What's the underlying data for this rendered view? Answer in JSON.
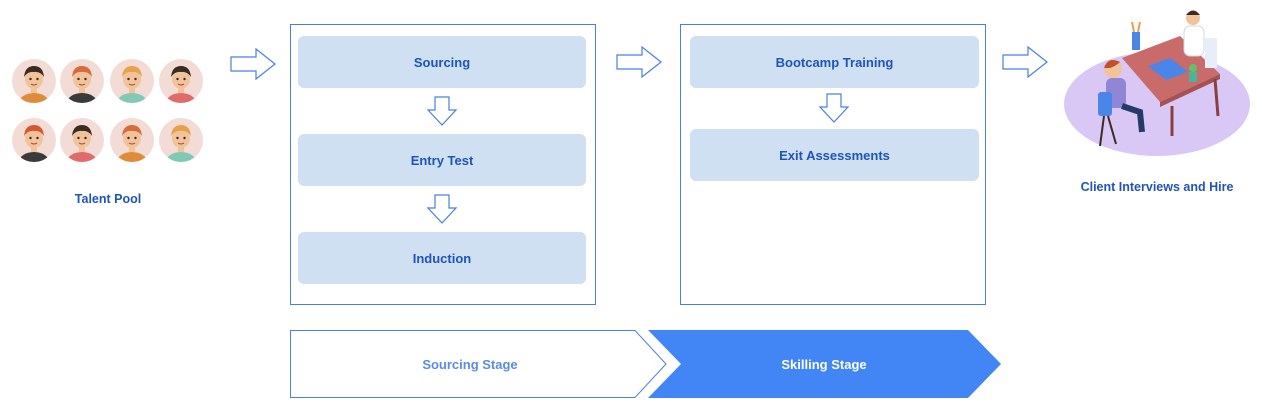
{
  "talent_pool": {
    "label": "Talent Pool",
    "avatars": [
      {
        "name": "avatar-1",
        "skin": "#f2c29a",
        "hair": "#3b2b25",
        "shirt": "#e08b3a",
        "bg": "#f3dcd6"
      },
      {
        "name": "avatar-2",
        "skin": "#f2c29a",
        "hair": "#d86a3c",
        "shirt": "#3a3a3a",
        "bg": "#f3dcd6"
      },
      {
        "name": "avatar-3",
        "skin": "#f2c29a",
        "hair": "#e6a24b",
        "shirt": "#7fc9b5",
        "bg": "#f3dcd6"
      },
      {
        "name": "avatar-4",
        "skin": "#f2c29a",
        "hair": "#3b2b25",
        "shirt": "#e06b6b",
        "bg": "#f3dcd6"
      },
      {
        "name": "avatar-5",
        "skin": "#f2c29a",
        "hair": "#d8552f",
        "shirt": "#3a3a3a",
        "bg": "#f3dcd6"
      },
      {
        "name": "avatar-6",
        "skin": "#f2c29a",
        "hair": "#3b2b25",
        "shirt": "#e06b6b",
        "bg": "#f3dcd6"
      },
      {
        "name": "avatar-7",
        "skin": "#f2c29a",
        "hair": "#d86a3c",
        "shirt": "#e08b3a",
        "bg": "#f3dcd6"
      },
      {
        "name": "avatar-8",
        "skin": "#f2c29a",
        "hair": "#e6a24b",
        "shirt": "#7fc9b5",
        "bg": "#f3dcd6"
      }
    ]
  },
  "sourcing_box": {
    "steps": [
      "Sourcing",
      "Entry Test",
      "Induction"
    ]
  },
  "skilling_box": {
    "steps": [
      "Bootcamp Training",
      "Exit Assessments"
    ]
  },
  "hire": {
    "label": "Client Interviews and Hire"
  },
  "banners": {
    "sourcing_stage": "Sourcing Stage",
    "skilling_stage": "Skilling Stage"
  },
  "colors": {
    "accent": "#4285f4",
    "step_fill": "#cfe0f3",
    "text_blue": "#1f54b8",
    "border": "#4a7ee0"
  }
}
